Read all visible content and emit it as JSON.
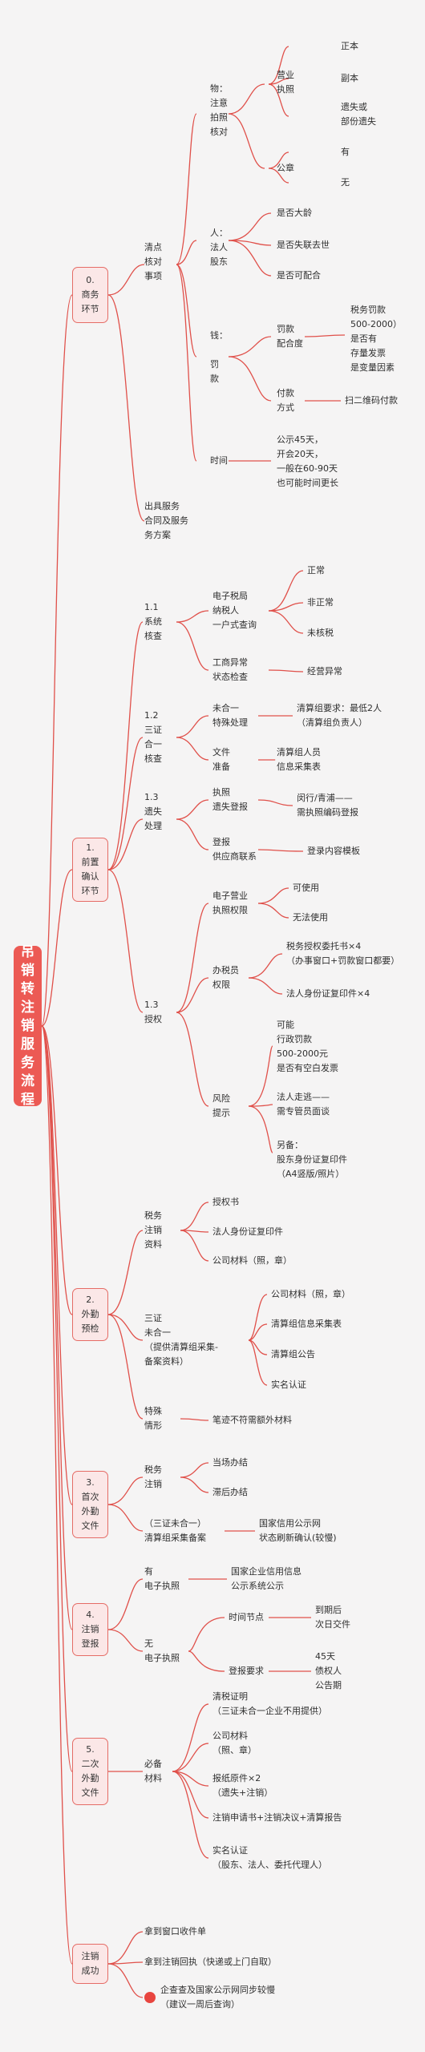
{
  "root": "吊销转注销服务流程",
  "s0": {
    "label": "0.\n商务\n环节",
    "check": "清点\n核对\n事项",
    "wu": "物：\n注意\n拍照\n核对",
    "yyzz": "营业\n执照",
    "zb": "正本",
    "fb": "副本",
    "ys": "遗失或\n部份遗失",
    "gz": "公章",
    "you": "有",
    "wu2": "无",
    "ren": "人：\n法人\n股东",
    "dl": "是否大龄",
    "sl": "是否失联去世",
    "ph": "是否可配合",
    "qian": "钱：\n\n罚\n款",
    "fk": "罚款\n配合度",
    "fk_detail": "税务罚款\n500-2000）\n是否有\n存量发票\n是变量因素",
    "fkfs": "付款\n方式",
    "ewm": "扫二维码付款",
    "sj": "时间",
    "sj_detail": "公示45天，\n开会20天，\n一般在60-90天\n也可能时间更长",
    "fa": "出具服务\n合同及服务\n务方案"
  },
  "s1": {
    "label": "1.\n前置\n确认\n环节",
    "xt": "1.1\n系统\n核查",
    "dzsj": "电子税局\n纳税人\n一户式查询",
    "zc": "正常",
    "fzc": "非正常",
    "whs": "未核税",
    "gsyc": "工商异常\n状态检查",
    "jyyc": "经营异常",
    "sz": "1.2\n三证\n合一\n核查",
    "whyi": "未合一\n特殊处理",
    "qsz": "清算组要求：最低2人\n（清算组负责人）",
    "wj": "文件\n准备",
    "qscy": "清算组人员\n信息采集表",
    "ysc": "1.3\n遗失\n处理",
    "zzys": "执照\n遗失登报",
    "mx": "闵行/青浦——\n需执照编码登报",
    "dj": "登报\n供应商联系",
    "dlnr": "登录内容模板",
    "sq": "1.3\n授权",
    "dzyy": "电子营业\n执照权限",
    "ksy": "可使用",
    "wfsy": "无法使用",
    "bsy": "办税员\n权限",
    "swsq": "税务授权委托书×4\n（办事窗口+罚款窗口都要）",
    "frfy": "法人身份证复印件×4",
    "fx": "风险\n提示",
    "fx1": "可能\n行政罚款\n500-2000元\n是否有空白发票",
    "fx2": "法人走逃——\n需专管员面谈",
    "fx3": "另备：\n股东身份证复印件\n（A4竖版/照片）"
  },
  "s2": {
    "label": "2.\n外勤\n预检",
    "swzx": "税务\n注销\n资料",
    "sqs": "授权书",
    "frfy": "法人身份证复印件",
    "gscl": "公司材料（照，章）",
    "szwhy": "三证\n未合一\n（提供清算组采集-\n备案资料）",
    "gscl2": "公司材料（照，章）",
    "qscj": "清算组信息采集表",
    "qsgg": "清算组公告",
    "smrz": "实名认证",
    "ts": "特殊\n情形",
    "bj": "笔迹不符需额外材料"
  },
  "s3": {
    "label": "3.\n首次\n外勤\n文件",
    "swzx": "税务\n注销",
    "dc": "当场办结",
    "ch": "滞后办结",
    "szhy": "（三证未合一）\n清算组采集备案",
    "gjxy": "国家信用公示网\n状态刷新确认(较慢)"
  },
  "s4": {
    "label": "4.\n注销\n登报",
    "yzz": "有\n电子执照",
    "gjqy": "国家企业信用信息\n公示系统公示",
    "wzz": "无\n电子执照",
    "sjd": "时间节点",
    "dq": "到期后\n次日交件",
    "dbyq": "登报要求",
    "zq": "45天\n债权人\n公告期"
  },
  "s5": {
    "label": "5.\n二次\n外勤\n文件",
    "bb": "必备\n材料",
    "qs": "清税证明\n（三证未合一企业不用提供）",
    "gscl": "公司材料\n（照、章）",
    "bzyj": "报纸原件×2\n（遗失+注销）",
    "zxsq": "注销申请书+注销决议+清算报告",
    "smrz": "实名认证\n（股东、法人、委托代理人）"
  },
  "s6": {
    "label": "注销\n成功",
    "cksj": "拿到窗口收件单",
    "zxhz": "拿到注销回执（快递或上门自取）",
    "qycx": "企查查及国家公示网同步较慢\n（建议一周后查询）"
  }
}
